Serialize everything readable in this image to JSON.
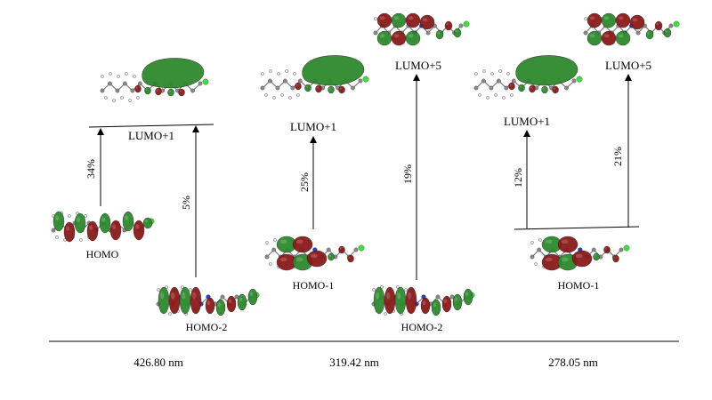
{
  "colors": {
    "lobe_positive": "#2e8a2e",
    "lobe_negative": "#8b1a1a",
    "atom_carbon": "#8a8a8a",
    "atom_hydrogen": "#e6e6e6",
    "atom_nitrogen": "#2b3cc4",
    "atom_chlorine": "#3ee03e",
    "line": "#000000"
  },
  "panels": [
    {
      "wavelength": "426.80 nm",
      "orbitals": {
        "homo": "HOMO",
        "homo2": "HOMO-2",
        "lumo1": "LUMO+1"
      },
      "transitions": [
        {
          "label": "34%"
        },
        {
          "label": "5%"
        }
      ]
    },
    {
      "wavelength": "319.42 nm",
      "orbitals": {
        "homo1": "HOMO-1",
        "homo2": "HOMO-2",
        "lumo1": "LUMO+1",
        "lumo5": "LUMO+5"
      },
      "transitions": [
        {
          "label": "25%"
        },
        {
          "label": "19%"
        }
      ]
    },
    {
      "wavelength": "278.05 nm",
      "orbitals": {
        "homo1": "HOMO-1",
        "lumo1": "LUMO+1",
        "lumo5": "LUMO+5"
      },
      "transitions": [
        {
          "label": "12%"
        },
        {
          "label": "21%"
        }
      ]
    }
  ]
}
